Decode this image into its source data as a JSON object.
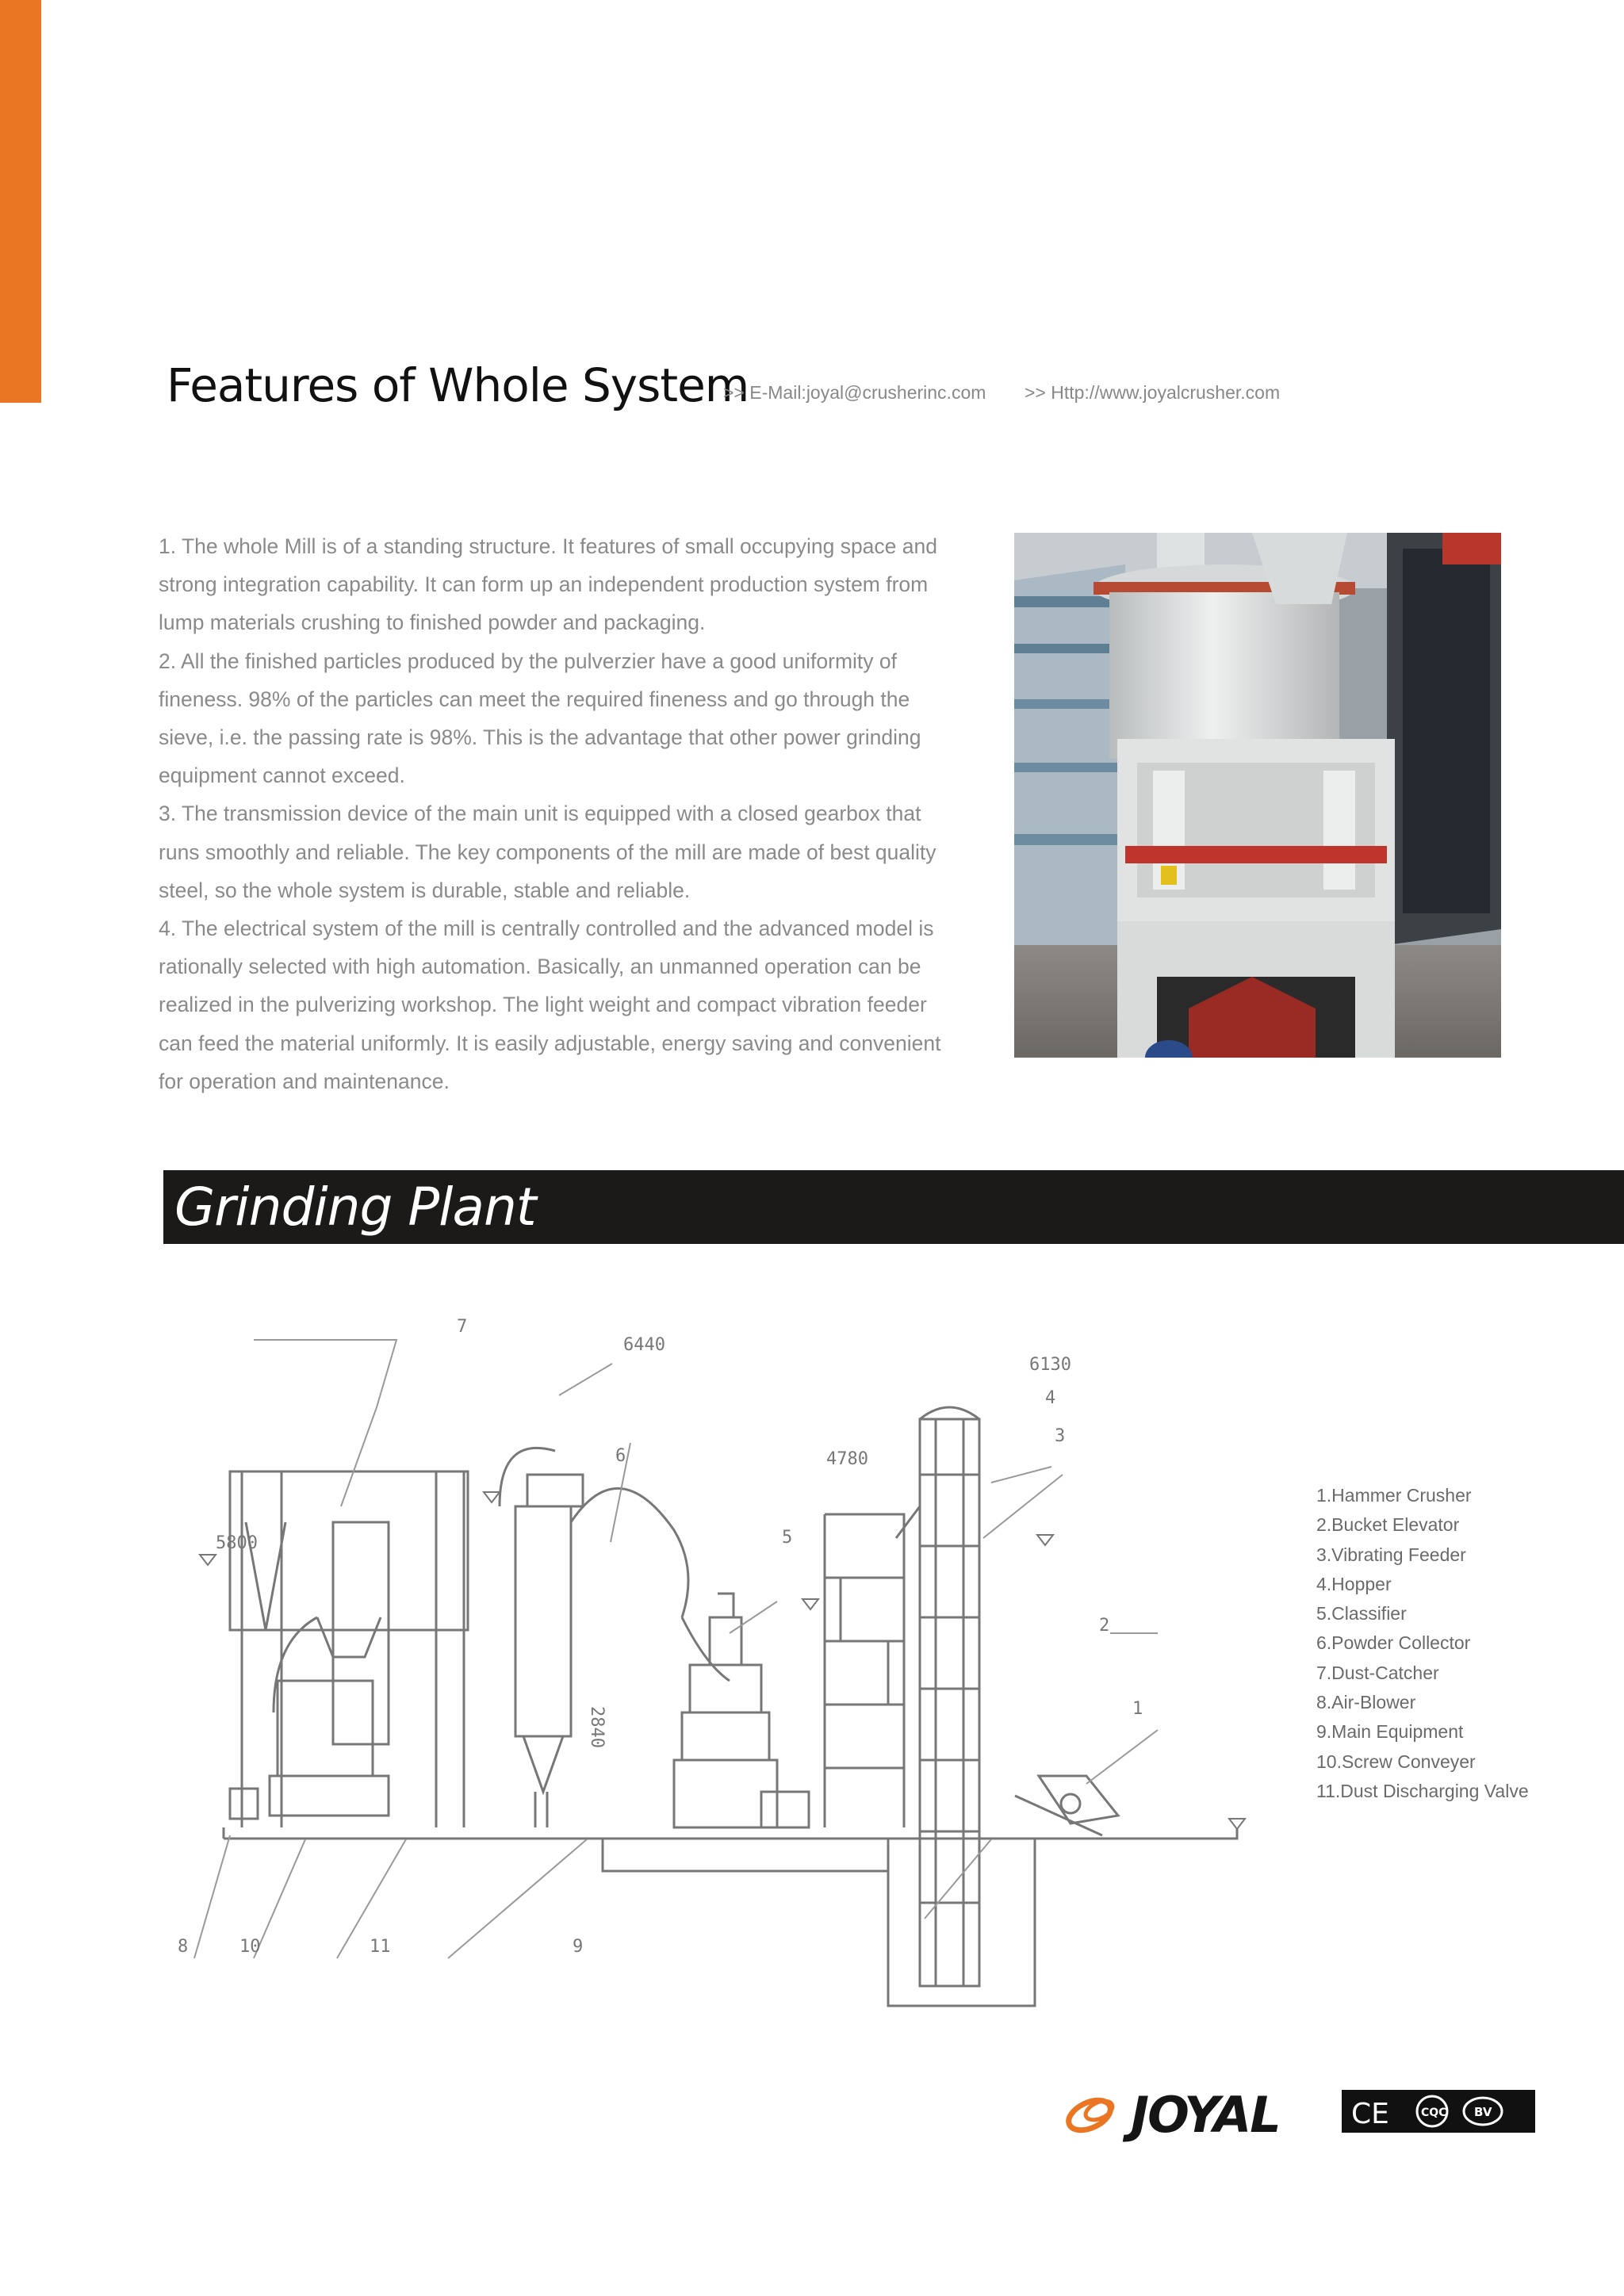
{
  "header": {
    "title": "Features of Whole System",
    "email": ">> E-Mail:joyal@crusherinc.com",
    "website": ">> Http://www.joyalcrusher.com"
  },
  "features": [
    "1. The whole Mill is of a standing structure. It features of small occupying space and strong integration capability. It can form up an independent production system from lump materials crushing to finished powder and packaging.",
    "2. All the finished particles produced by the pulverzier have a good uniformity of fineness.  98% of the particles can meet the required fineness and go through the sieve, i.e. the passing rate is 98%. This is the advantage that other power grinding equipment cannot exceed.",
    "3. The transmission device of the main unit is equipped with a closed gearbox that runs smoothly and reliable. The key components of the mill are made of best quality steel, so the whole system is durable, stable and reliable.",
    "4. The electrical system of the mill is centrally controlled and the advanced model is rationally selected with high automation. Basically, an unmanned operation can be realized in the pulverizing workshop. The light weight and compact vibration feeder can feed the material uniformly. It is easily adjustable, energy saving and convenient for operation and maintenance."
  ],
  "section": {
    "title": "Grinding Plant"
  },
  "diagram": {
    "elevations": [
      "5800",
      "6440",
      "4780",
      "6130"
    ],
    "dimension": "2840",
    "callouts": [
      "1",
      "2",
      "3",
      "4",
      "5",
      "6",
      "7",
      "8",
      "9",
      "10",
      "11"
    ],
    "legend": [
      "1.Hammer Crusher",
      "2.Bucket Elevator",
      "3.Vibrating Feeder",
      "4.Hopper",
      "5.Classifier",
      "6.Powder Collector",
      "7.Dust-Catcher",
      "8.Air-Blower",
      "9.Main Equipment",
      "10.Screw Conveyer",
      "11.Dust Discharging Valve"
    ]
  },
  "logo": {
    "brand": "JOYAL",
    "marks": [
      "CE",
      "CQC",
      "BV"
    ],
    "brand_color": "#ea7624"
  },
  "colors": {
    "accent": "#ea7624",
    "band": "#1b1a19",
    "body_text": "#8a8a8a"
  }
}
